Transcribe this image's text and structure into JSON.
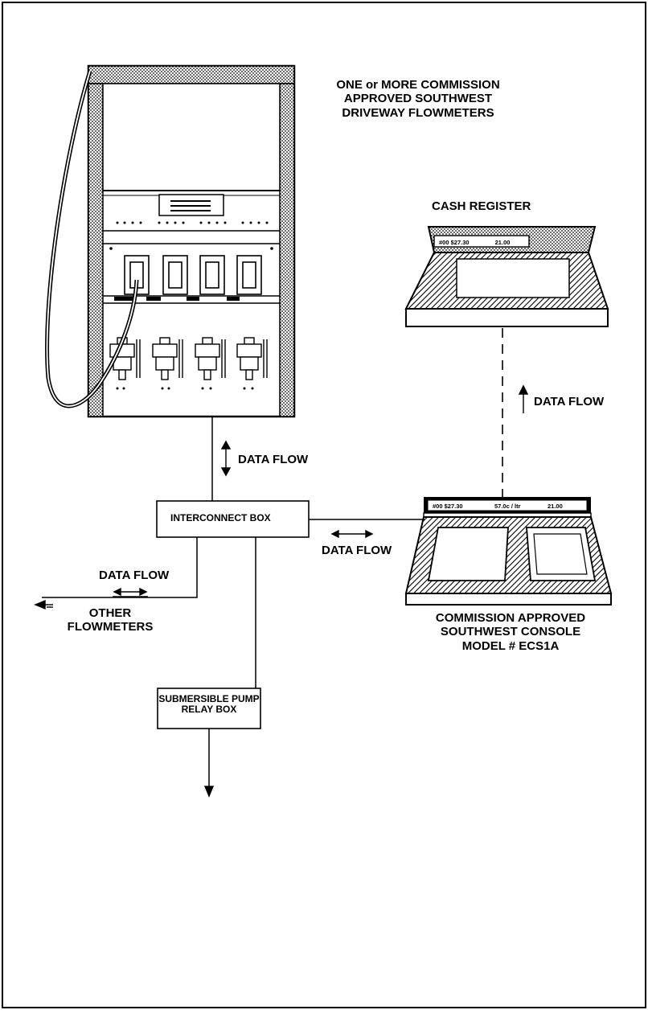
{
  "flowmeter_label": {
    "line1": "ONE or MORE COMMISSION",
    "line2": "APPROVED SOUTHWEST",
    "line3": "DRIVEWAY FLOWMETERS"
  },
  "cash_register": {
    "label": "CASH REGISTER",
    "display_left": "#00 $27.30",
    "display_right": "21.00"
  },
  "console": {
    "display_a": "#00 $27.30",
    "display_b": "57.0c / ltr",
    "display_c": "21.00",
    "line1": "COMMISSION APPROVED",
    "line2": "SOUTHWEST CONSOLE",
    "line3": "MODEL # ECS1A"
  },
  "interconnect_box": {
    "label": "INTERCONNECT BOX"
  },
  "pump_relay_box": {
    "line1": "SUBMERSIBLE PUMP",
    "line2": "RELAY BOX"
  },
  "data_flow_labels": {
    "dispenser_to_box": "DATA FLOW",
    "register_to_console": "DATA FLOW",
    "box_to_console": "DATA FLOW",
    "box_to_other": "DATA FLOW"
  },
  "other_flowmeters": {
    "line1": "OTHER",
    "line2": "FLOWMETERS"
  }
}
